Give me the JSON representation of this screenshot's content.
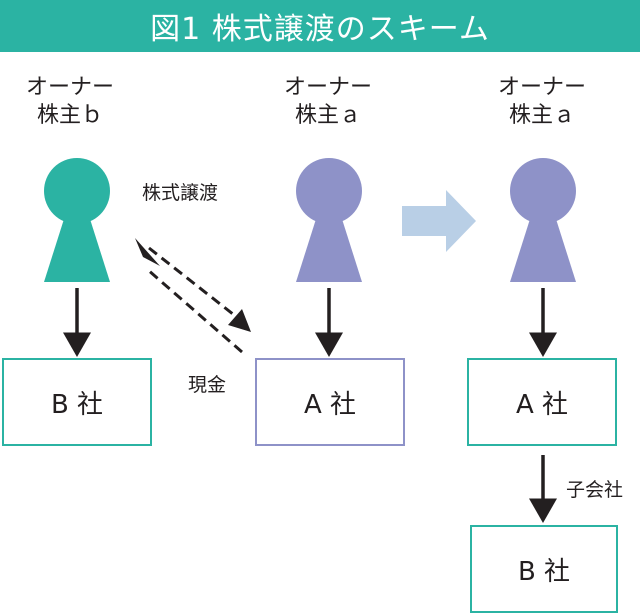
{
  "title": "図1 株式譲渡のスキーム",
  "colors": {
    "teal": "#2bb3a3",
    "purple": "#8e92c8",
    "arrow_light_blue": "#b9cfe6",
    "text": "#231f20"
  },
  "left_person": {
    "role": "オーナー",
    "name": "株主ｂ",
    "company": "B 社"
  },
  "middle_person": {
    "role": "オーナー",
    "name": "株主ａ",
    "company": "A 社"
  },
  "right_person": {
    "role": "オーナー",
    "name": "株主ａ",
    "company": "A 社",
    "subsidiary": "B 社"
  },
  "labels": {
    "share_transfer": "株式譲渡",
    "cash": "現金",
    "subsidiary": "子会社"
  },
  "icons": {
    "person": "person-icon",
    "transition": "right-arrow-icon"
  }
}
